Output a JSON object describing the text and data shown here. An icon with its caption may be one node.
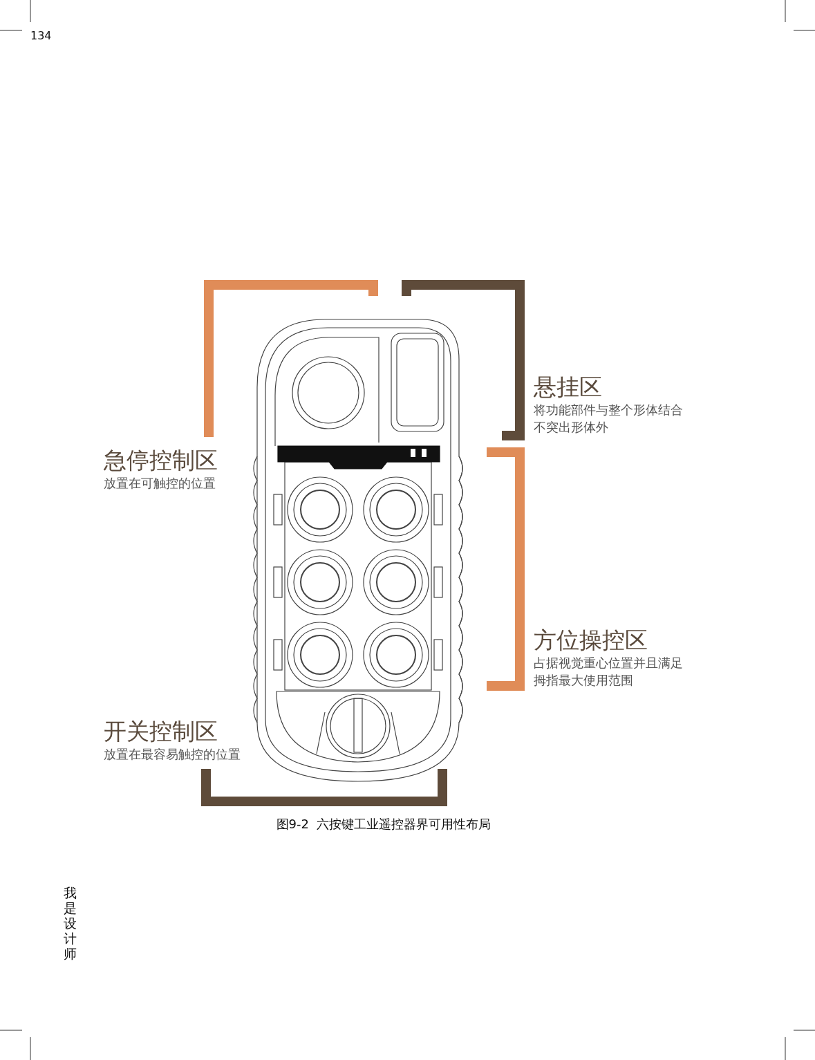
{
  "diagram": {
    "caption": "图9-2  六按键工业遥控器界可用性布局",
    "nodes": [
      {
        "text": [
          "急停控制区",
          "放置在可触控的位置"
        ]
      },
      {
        "text": [
          "悬挂区",
          "将功能部件与整个形体结合不突出形体外"
        ]
      },
      {
        "text": [
          "方位操控区",
          "占据视觉重心位置并且满足拇指最大使用范围"
        ]
      },
      {
        "text": [
          "开关控制区",
          "放置在最容易触控的位置"
        ]
      }
    ],
    "labels": [
      "134",
      "我是设计师"
    ]
  }
}
